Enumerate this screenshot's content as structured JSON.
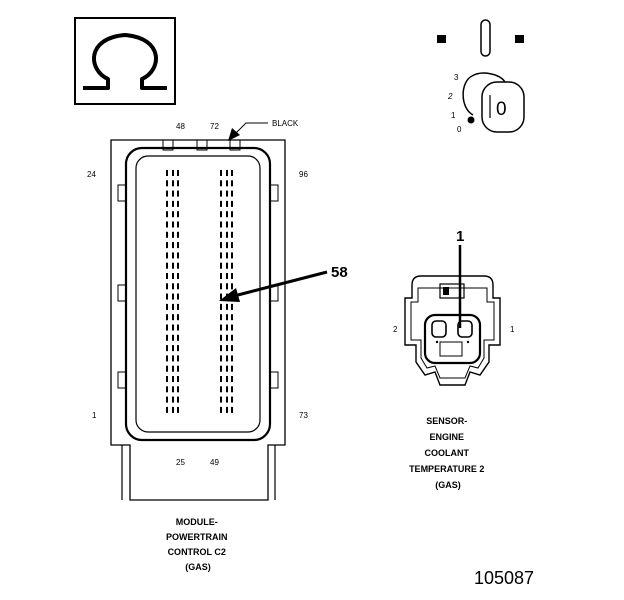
{
  "figure_id": "105087",
  "ohmmeter_symbol": "Ω",
  "ignition_key": {
    "positions": [
      "3",
      "2",
      "1",
      "0"
    ],
    "key_label": "0"
  },
  "pcm_connector": {
    "pin_labels": {
      "top_left": "48",
      "top_right": "72",
      "left_top": "24",
      "right_top": "96",
      "left_bottom": "1",
      "right_bottom": "73",
      "bottom_left": "25",
      "bottom_right": "49"
    },
    "color_label": "BLACK",
    "callout_pin": "58",
    "caption_lines": [
      "MODULE-",
      "POWERTRAIN",
      "CONTROL C2",
      "(GAS)"
    ]
  },
  "ect_sensor": {
    "callout_pin": "1",
    "side_left": "2",
    "side_right": "1",
    "caption_lines": [
      "SENSOR-",
      "ENGINE",
      "COOLANT",
      "TEMPERATURE 2",
      "(GAS)"
    ]
  }
}
